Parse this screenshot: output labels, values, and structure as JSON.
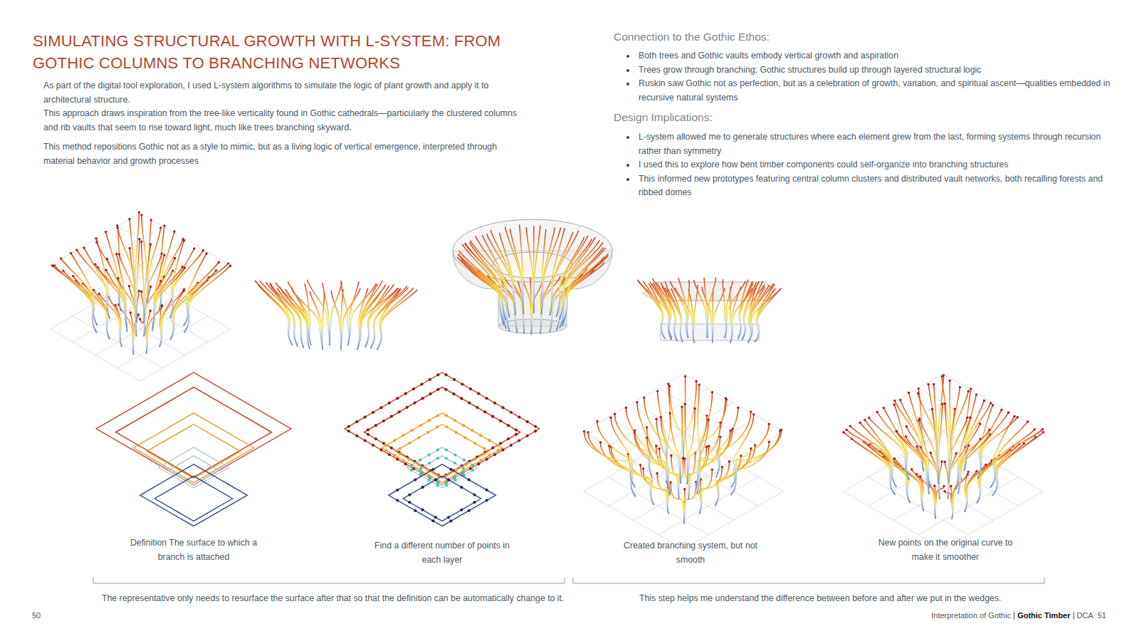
{
  "diagram": {
    "title": "SIMULATING STRUCTURAL GROWTH WITH L-SYSTEM: FROM GOTHIC COLUMNS TO BRANCHING NETWORKS",
    "labels": [
      "As part of the digital tool exploration, I used L-system algorithms to simulate the logic of plant growth and apply it to architectural structure.",
      "This approach draws inspiration from the tree-like verticality found in Gothic cathedrals—particularly the clustered columns and rib vaults that seem to rise toward light, much like trees branching skyward.",
      "This method repositions Gothic not as a style to mimic, but as a living logic of vertical emergence, interpreted through material behavior and growth processes",
      "Connection to the Gothic Ethos:",
      "Both trees and Gothic vaults embody vertical growth and aspiration",
      "Trees grow through branching; Gothic structures build up through layered structural logic",
      "Ruskin saw Gothic not as perfection, but as a celebration of growth, variation, and spiritual ascent—qualities embedded in recursive natural systems",
      "Design Implications:",
      "L-system allowed me to generate structures where each element grew from the last, forming systems through recursion rather than symmetry",
      "I used this to explore how bent timber components could self-organize into branching structures",
      "This informed new prototypes featuring central column clusters and distributed vault networks, both recalling forests and ribbed domes",
      "Definition The surface to which a branch is attached",
      "Find a different number of points in each layer",
      "Created branching system, but not smooth",
      "New points on the original curve to make it smoother",
      "The representative only needs to resurface the surface after that so that the definition can be automatically change to it.",
      "This step helps me understand the difference between before and after we put in the wedges.",
      "50",
      "Interpretation of Gothic",
      "Gothic Timber",
      "DCA",
      "51"
    ]
  }
}
